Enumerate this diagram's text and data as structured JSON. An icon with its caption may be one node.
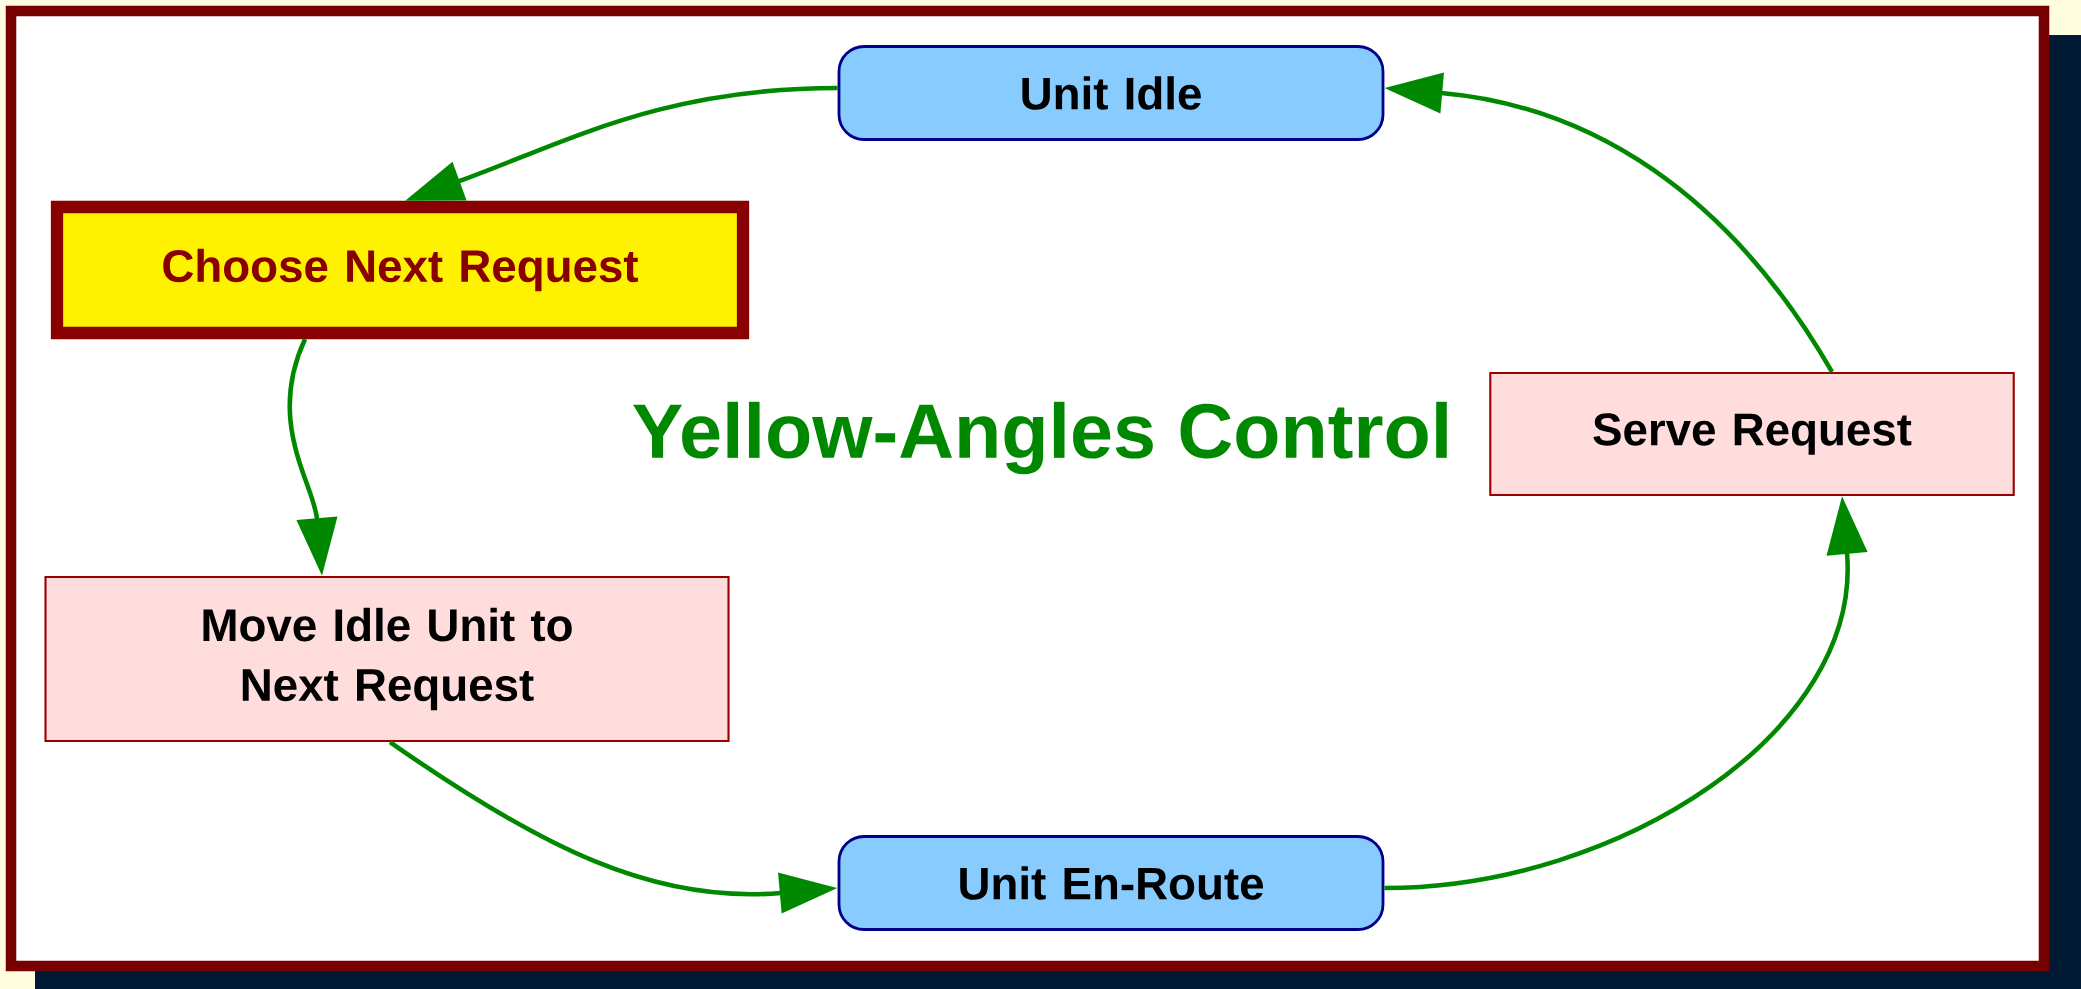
{
  "diagram": {
    "title": "Yellow-Angles Control",
    "nodes": [
      {
        "text": [
          "Unit Idle"
        ]
      },
      {
        "text": [
          "Choose Next Request"
        ]
      },
      {
        "text": [
          "Move Idle Unit to Next Request"
        ]
      },
      {
        "text": [
          "Unit En-Route"
        ]
      },
      {
        "text": [
          "Serve Request"
        ]
      }
    ],
    "edges": [
      {
        "from": 0,
        "to": 1,
        "arrow": "to"
      },
      {
        "from": 1,
        "to": 2,
        "arrow": "to"
      },
      {
        "from": 2,
        "to": 3,
        "arrow": "to"
      },
      {
        "from": 3,
        "to": 4,
        "arrow": "to"
      },
      {
        "from": 4,
        "to": 0,
        "arrow": "to"
      }
    ]
  }
}
